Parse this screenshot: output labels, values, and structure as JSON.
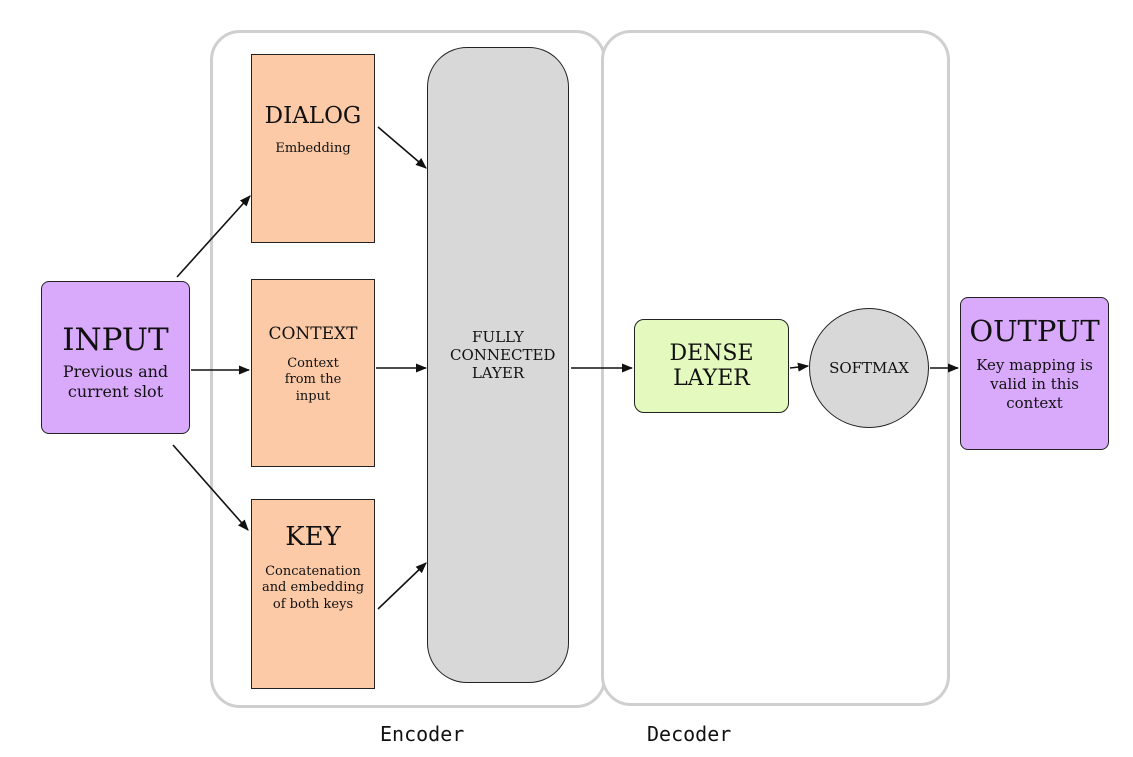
{
  "input": {
    "title": "INPUT",
    "subtitle": "Previous and current slot"
  },
  "encoder": {
    "label": "Encoder",
    "dialog": {
      "title": "DIALOG",
      "subtitle": "Embedding"
    },
    "context": {
      "title": "CONTEXT",
      "subtitle": "Context from the input"
    },
    "key": {
      "title": "KEY",
      "subtitle": "Concatenation and embedding of both keys"
    },
    "fc_layer": {
      "title": "FULLY CONNECTED LAYER"
    }
  },
  "decoder": {
    "label": "Decoder",
    "dense": {
      "title": "DENSE LAYER"
    },
    "softmax": {
      "title": "SOFTMAX"
    }
  },
  "output": {
    "title": "OUTPUT",
    "subtitle": "Key mapping is valid in this context"
  }
}
